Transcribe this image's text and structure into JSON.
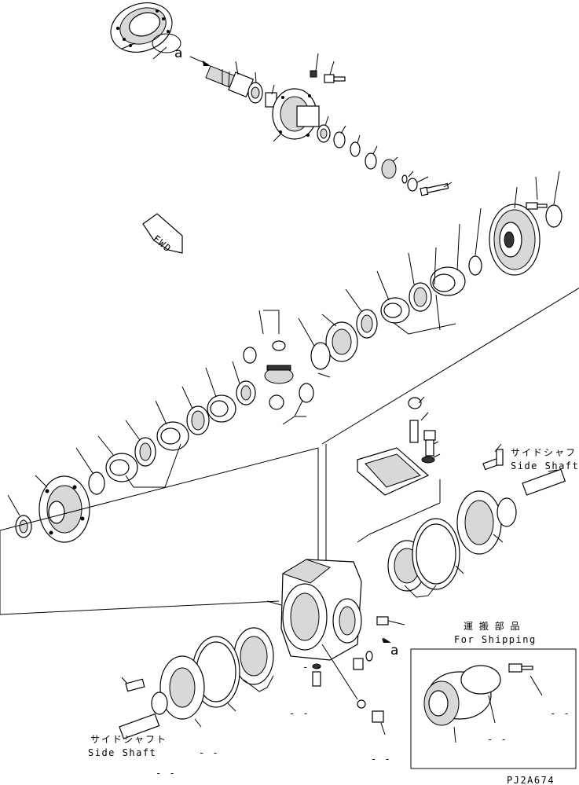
{
  "labels": {
    "marker_a": "a",
    "fwd": "FWD",
    "side_shaft_jp": "サイドシャフト",
    "side_shaft_en": "Side Shaft",
    "shipping_jp": "運 搬 部 品",
    "shipping_en": "For Shipping",
    "code": "PJ2A674",
    "dash": "- -"
  }
}
